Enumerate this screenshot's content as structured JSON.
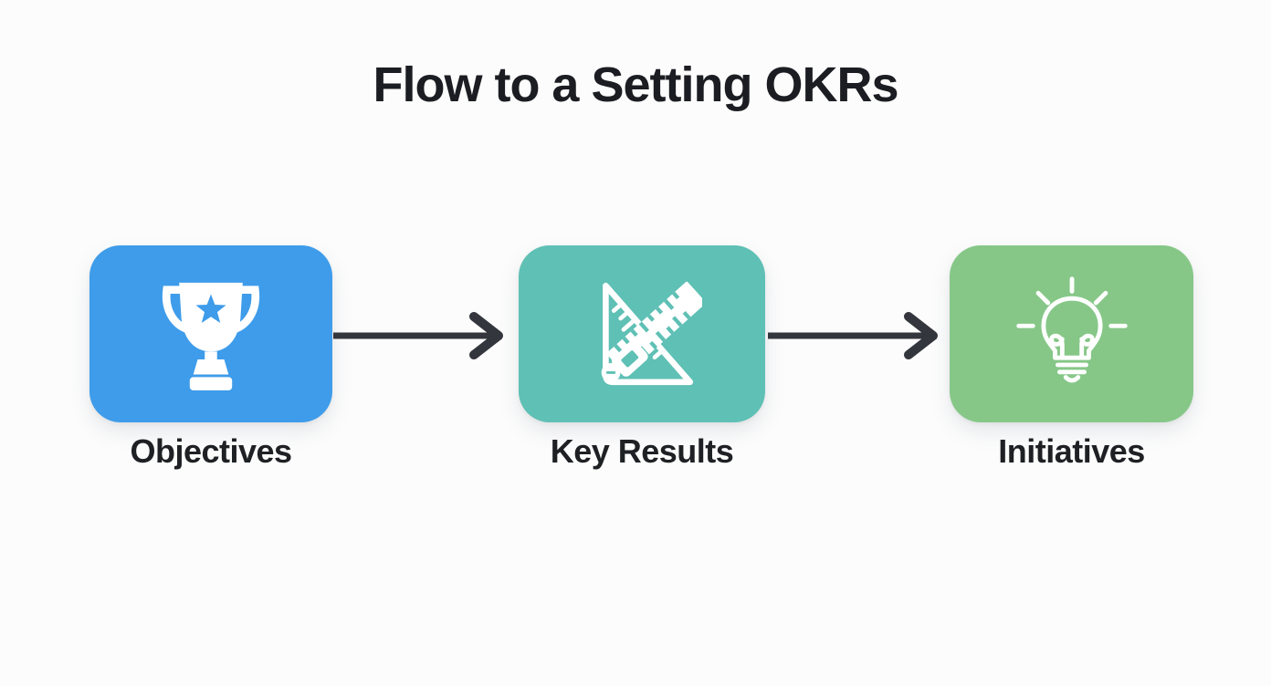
{
  "title": "Flow to a Setting OKRs",
  "steps": [
    {
      "label": "Objectives",
      "icon": "trophy-icon",
      "color": "#3E9CEA"
    },
    {
      "label": "Key Results",
      "icon": "ruler-icon",
      "color": "#5FC0B5"
    },
    {
      "label": "Initiatives",
      "icon": "lightbulb-icon",
      "color": "#86C788"
    }
  ],
  "connectors": [
    {
      "from": "Objectives",
      "to": "Key Results",
      "type": "arrow-right"
    },
    {
      "from": "Key Results",
      "to": "Initiatives",
      "type": "arrow-right"
    }
  ],
  "colors": {
    "background": "#FCFCFC",
    "title_text": "#1B1D22",
    "label_text": "#1E2024",
    "arrow": "#33363C",
    "icon": "#FFFFFF",
    "objectives_box": "#3E9CEA",
    "key_results_box": "#5FC0B5",
    "initiatives_box": "#86C788"
  }
}
